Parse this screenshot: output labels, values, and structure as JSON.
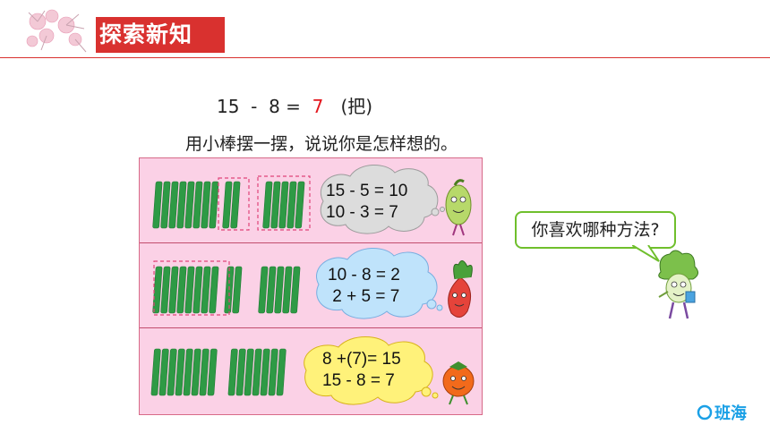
{
  "header": {
    "title": "探索新知"
  },
  "equation": {
    "left": "15  -  8 =  ",
    "answer": "7",
    "unit": "   (把)"
  },
  "instruction": "用小棒摆一摆，说说你是怎样想的。",
  "methods": [
    {
      "line1": "15 - 5 = 10",
      "line2": "10 - 3 = 7"
    },
    {
      "line1": "10 - 8 = 2",
      "line2": " 2 + 5 = 7"
    },
    {
      "line1": "8 +(7)= 15",
      "line2": "15 - 8 = 7"
    }
  ],
  "question": "你喜欢哪种方法?",
  "logo": {
    "text": "班海"
  },
  "colors": {
    "title_bg": "#d9312f",
    "answer": "#e3171e",
    "panel_bg": "#fbd1e6",
    "stick": "#2e9a45",
    "cloud_gray": "#dcdcdc",
    "cloud_blue": "#bfe3fb",
    "cloud_yellow": "#fff27a",
    "bubble_border": "#6fbf2c",
    "logo": "#1aa0e6"
  }
}
